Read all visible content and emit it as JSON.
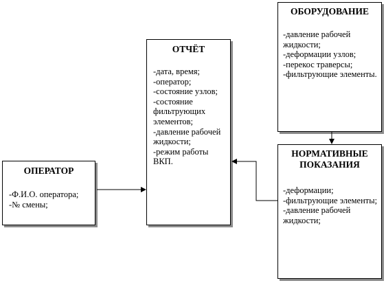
{
  "operator": {
    "title": "ОПЕРАТОР",
    "items": [
      "-Ф.И.О. оператора;",
      "-№ смены;"
    ]
  },
  "report": {
    "title": "ОТЧЁТ",
    "items": [
      "-дата, время;",
      "-оператор;",
      "-состояние узлов;",
      "-состояние фильтрующих элементов;",
      "-давление рабочей жидкости;",
      "-режим работы ВКП."
    ]
  },
  "equipment": {
    "title": "ОБОРУДОВАНИЕ",
    "items": [
      "-давление рабочей жидкости;",
      "-деформации узлов;",
      "-перекос траверсы;",
      "-фильтрующие элементы."
    ]
  },
  "norms": {
    "title_line1": "НОРМАТИВНЫЕ",
    "title_line2": "ПОКАЗАНИЯ",
    "items": [
      "-деформации;",
      "-фильтрующие элементы;",
      "-давление рабочей жидкости;"
    ]
  }
}
